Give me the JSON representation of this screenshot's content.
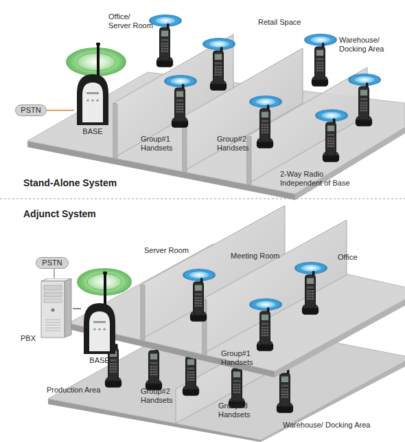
{
  "diagram": {
    "nodes": [
      {
        "text": [
          "PSTN"
        ]
      },
      {
        "text": [
          "BASE"
        ]
      },
      {
        "text": [
          "PSTN"
        ]
      },
      {
        "text": [
          "PBX"
        ]
      },
      {
        "text": [
          "BASE"
        ]
      }
    ],
    "edges": [
      {
        "from": 0,
        "to": 1,
        "arrow": "none"
      },
      {
        "from": 2,
        "to": 3,
        "arrow": "none"
      },
      {
        "from": 3,
        "to": 4,
        "arrow": "none"
      }
    ],
    "labels": [
      "Office/ Server Room",
      "Retail Space",
      "Warehouse/ Docking Area",
      "Group#1 Handsets",
      "Group#2 Handsets",
      "2-Way Radio Independent of Base",
      "Stand-Alone System",
      "Adjunct System",
      "Server Room",
      "Meeting Room",
      "Office",
      "Group#1 Handsets",
      "Production Area",
      "Group#2 Handsets",
      "Group#3 Handsets",
      "Warehouse/ Docking Area"
    ]
  }
}
